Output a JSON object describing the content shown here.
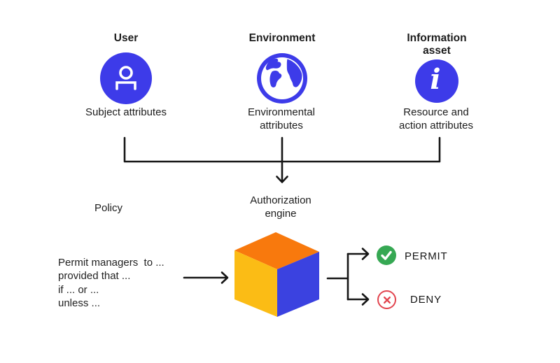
{
  "columns": [
    {
      "title": "User",
      "attributes": "Subject attributes",
      "icon": "user-icon"
    },
    {
      "title": "Environment",
      "attributes": "Environmental\nattributes",
      "icon": "globe-icon"
    },
    {
      "title": "Information\nasset",
      "attributes": "Resource and\naction attributes",
      "icon": "info-icon"
    }
  ],
  "policy": {
    "label": "Policy",
    "lines": [
      "Permit managers  to ...",
      "provided that ...",
      "if ... or ...",
      "unless ..."
    ]
  },
  "engine": {
    "label": "Authorization\nengine",
    "icon": "cube-icon"
  },
  "outcomes": {
    "permit": "PERMIT",
    "deny": "DENY",
    "permit_icon": "checkmark-icon",
    "deny_icon": "x-icon"
  },
  "glyphs": {
    "info": "i"
  },
  "colors": {
    "brand_blue": "#3D3BE9",
    "cube_top": "#F8790D",
    "cube_left": "#FBBC15",
    "cube_right": "#3B42E0",
    "permit_green": "#36A853",
    "deny_red": "#E2444E",
    "line": "#161616",
    "text": "#1C1C1C"
  }
}
